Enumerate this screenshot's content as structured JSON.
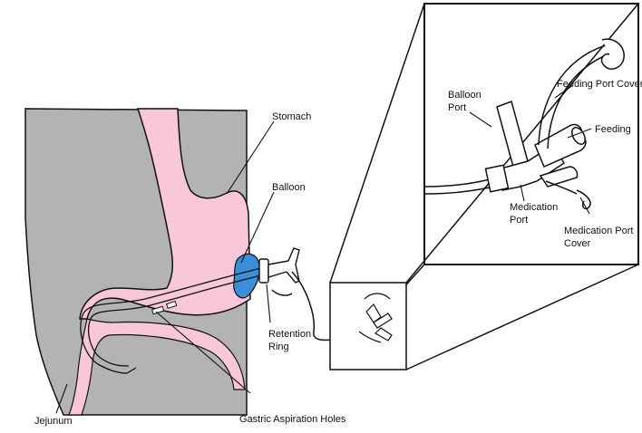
{
  "labels": {
    "stomach": "Stomach",
    "balloon": "Balloon",
    "retention_ring_1": "Retention",
    "retention_ring_2": "Ring",
    "jejunum": "Jejunum",
    "gastric_aspiration_holes": "Gastric Aspiration Holes",
    "balloon_port_1": "Balloon",
    "balloon_port_2": "Port",
    "feeding_port_cover": "Feeding Port Cover",
    "feeding": "Feeding",
    "medication_port_1": "Medication",
    "medication_port_2": "Port",
    "medication_port_cover_1": "Medication Port",
    "medication_port_cover_2": "Cover"
  },
  "colors": {
    "tissue": "#b3b3b3",
    "stomach": "#f8c8d8",
    "balloon": "#3a8fd8",
    "outline": "#111111"
  }
}
